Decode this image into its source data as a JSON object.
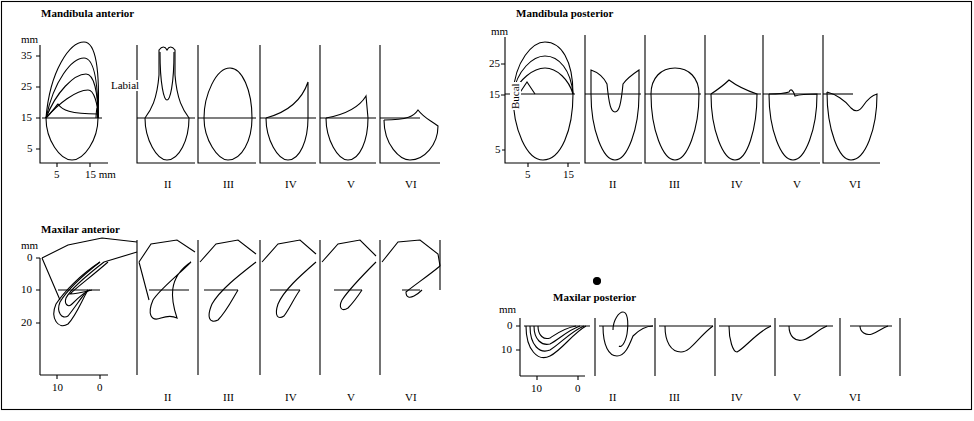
{
  "diagram": {
    "labels": [
      "Mandíbula anterior",
      "mm",
      "35",
      "25",
      "15",
      "5",
      "Labial",
      "5",
      "15 mm",
      "II",
      "III",
      "IV",
      "V",
      "VI",
      "Mandíbula posterior",
      "mm",
      "25",
      "15",
      "5",
      "Bucal",
      "5",
      "15",
      "II",
      "III",
      "IV",
      "V",
      "VI",
      "Maxilar anterior",
      "mm",
      "0",
      "10",
      "20",
      "10",
      "0",
      "II",
      "III",
      "IV",
      "V",
      "VI",
      "Maxilar posterior",
      "mm",
      "0",
      "10",
      "10",
      "0",
      "II",
      "III",
      "IV",
      "V",
      "VI"
    ]
  }
}
